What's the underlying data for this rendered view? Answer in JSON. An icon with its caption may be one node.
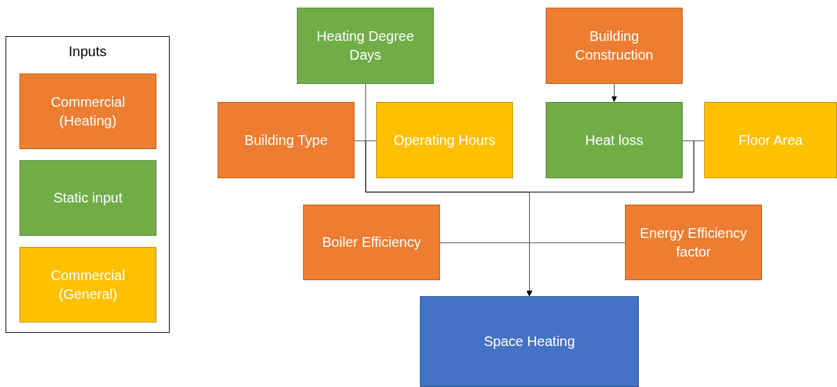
{
  "diagram": {
    "nodes": [
      {
        "text": [
          "Inputs"
        ]
      },
      {
        "text": [
          "Commercial (Heating)"
        ],
        "in": 0
      },
      {
        "text": [
          "Static input"
        ],
        "in": 0
      },
      {
        "text": [
          "Commercial (General)"
        ],
        "in": 0
      },
      {
        "text": [
          "Heating Degree Days"
        ]
      },
      {
        "text": [
          "Building Construction"
        ]
      },
      {
        "text": [
          "Building Type"
        ]
      },
      {
        "text": [
          "Operating Hours"
        ]
      },
      {
        "text": [
          "Heat loss"
        ]
      },
      {
        "text": [
          "Floor Area"
        ]
      },
      {
        "text": [
          "Boiler Efficiency"
        ]
      },
      {
        "text": [
          "Energy Efficiency factor"
        ]
      },
      {
        "text": [
          "Space Heating"
        ]
      }
    ],
    "edges": [
      {
        "from": 4,
        "to": 12,
        "arrow": "to"
      },
      {
        "from": 6,
        "to": 12,
        "arrow": "to"
      },
      {
        "from": 7,
        "to": 12,
        "arrow": "to"
      },
      {
        "from": 8,
        "to": 12,
        "arrow": "to"
      },
      {
        "from": 9,
        "to": 12,
        "arrow": "to"
      },
      {
        "from": 10,
        "to": 12,
        "arrow": "to"
      },
      {
        "from": 11,
        "to": 12,
        "arrow": "to"
      },
      {
        "from": 5,
        "to": 8,
        "arrow": "to"
      }
    ]
  }
}
